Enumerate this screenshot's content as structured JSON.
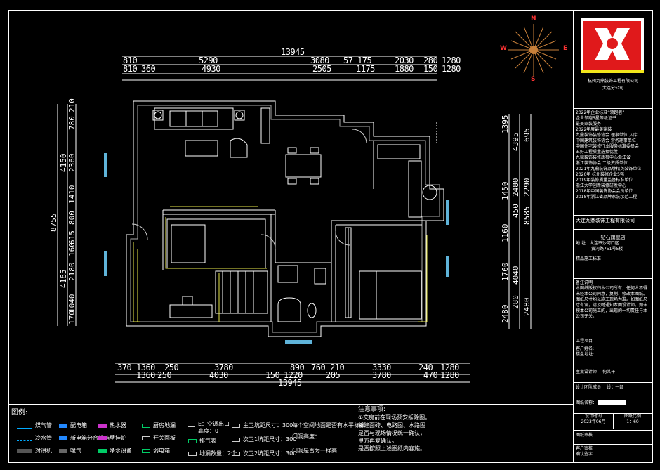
{
  "top_dims": {
    "total": "13945",
    "row1": [
      "810",
      "5290",
      "3080",
      "57",
      "175",
      "2030",
      "280",
      "1280"
    ],
    "row2": [
      "810",
      "360",
      "4930",
      "2505",
      "1175",
      "1880",
      "150",
      "1280"
    ]
  },
  "bottom_dims": {
    "total": "13945",
    "row1": [
      "370",
      "1360",
      "250",
      "3780",
      "890",
      "760",
      "210",
      "3330",
      "240",
      "1280"
    ],
    "row2": [
      "1360",
      "250",
      "4030",
      "150",
      "1220",
      "205",
      "3780",
      "470",
      "1280"
    ]
  },
  "left_dims": {
    "total": "8755",
    "outer": [
      "4150",
      "4165"
    ],
    "inner": [
      "780",
      "210",
      "2360",
      "1410",
      "800",
      "615",
      "160",
      "2180",
      "1040",
      "170"
    ]
  },
  "right_dims": {
    "total": "8585",
    "outer": [
      "1395",
      "4395",
      "1450",
      "1160",
      "1760",
      "4040",
      "2480"
    ],
    "inner": [
      "695",
      "2480",
      "450",
      "2290",
      "280",
      "2480"
    ]
  },
  "compass": {
    "n": "N",
    "s": "S",
    "e": "E",
    "w": "W"
  },
  "title_block": {
    "company_small": "杭州九鼎装饰工程有限公司",
    "company_sub": "大连分公司",
    "awards_title": "2022年企业标准“领跑者”",
    "awards": [
      "企业领跑5星等级证书",
      "最美家装服务",
      "2022年度最美家装",
      "九鼎装饰装修协会  理事单位  入库",
      "中国建筑装饰协会  常务理事单位",
      "中国住宅装修行业服务标准委员会",
      "五好工程质量选择优胜",
      "九鼎装饰装修质检中心浙江省",
      "浙江装饰协会  二级资质单位",
      "2021年九鼎装饰品牌精英装饰单位",
      "2020年  杭州装修企业5强",
      "2019年装修质量监督标准单位",
      "浙江大学创新装修研发中心",
      "2018年中国装饰协会会员单位",
      "2018年浙江省品牌家装示范工程"
    ],
    "company_name": "大连九鼎装饰工程有限公司",
    "store": "钻石旗舰店",
    "address_label": "地  址：",
    "address": "大连市沙河口区",
    "address2": "黄河路751号5楼",
    "slogan": "精品施工标准",
    "notes_title": "备注说明",
    "notes": "本图纸版权归本公司所有，任何人不得未经本公司同意，复制、修改本图纸。图纸尺寸均以施工现场为准。如图纸尺寸有误，请及时通知本图设计师。如未按本公司施工的，出现的一切责任与本公司无关。",
    "project_label": "工程项目",
    "client_label": "客户姓名:",
    "address_field": "楼盘地址:",
    "designer_label": "主案设计师：",
    "designer": "何某平",
    "team_label": "设计团队成员：",
    "team": "设计一部",
    "drawing_label": "图纸名称：",
    "date_label": "设计时间",
    "date": "2023年06月",
    "scale_label": "图纸比例",
    "scale": "1：60",
    "review_label": "图纸审核",
    "client_review": "客户审核",
    "sign_label": "确认签字"
  },
  "legend": {
    "title": "图例:",
    "items": [
      {
        "label": "煤气管",
        "color": "#00aaff"
      },
      {
        "label": "冷水管",
        "color": "#00aaff"
      },
      {
        "label": "对讲机",
        "color": "#888888"
      },
      {
        "label": "配电箱",
        "color": "#2288ff"
      },
      {
        "label": "新电箱分合线箱",
        "color": "#2288ff"
      },
      {
        "label": "暖气",
        "color": "#888888"
      },
      {
        "label": "热水器",
        "color": "#cc33cc"
      },
      {
        "label": "壁挂炉",
        "color": "#cc33cc"
      },
      {
        "label": "净水设备",
        "color": "#00cc66"
      },
      {
        "label": "厨房地漏",
        "color": "#00cc66"
      },
      {
        "label": "开关面板",
        "color": "#cccccc"
      },
      {
        "label": "弱电箱",
        "color": "#00cc66"
      },
      {
        "label": "E：空调出口",
        "color": "#cccccc"
      },
      {
        "label": "高度：0",
        "color": "#cccccc"
      },
      {
        "label": "排气表",
        "color": "#00cc66"
      },
      {
        "label": "地漏数量：2个",
        "color": "#cccccc"
      },
      {
        "label": "主卫坑距尺寸：300",
        "color": "#cccccc"
      },
      {
        "label": "次卫1坑距尺寸：300",
        "color": "#cccccc"
      },
      {
        "label": "次卫2坑距尺寸：300",
        "color": "#cccccc"
      },
      {
        "label": "每个空间地面是否有水平标高",
        "color": "#cccccc"
      },
      {
        "label": "门洞高度：",
        "color": "#cccccc"
      },
      {
        "label": "门洞是否为一样高",
        "color": "#cccccc"
      }
    ],
    "notes_title": "注意事项:",
    "notes": [
      "①交房前在现场预安拆除图。",
      "新建面砖、电路图、水路图",
      "是否与现场情况统一确认，",
      "甲方再复确认。",
      "是否按照上述图纸内容施。"
    ]
  }
}
